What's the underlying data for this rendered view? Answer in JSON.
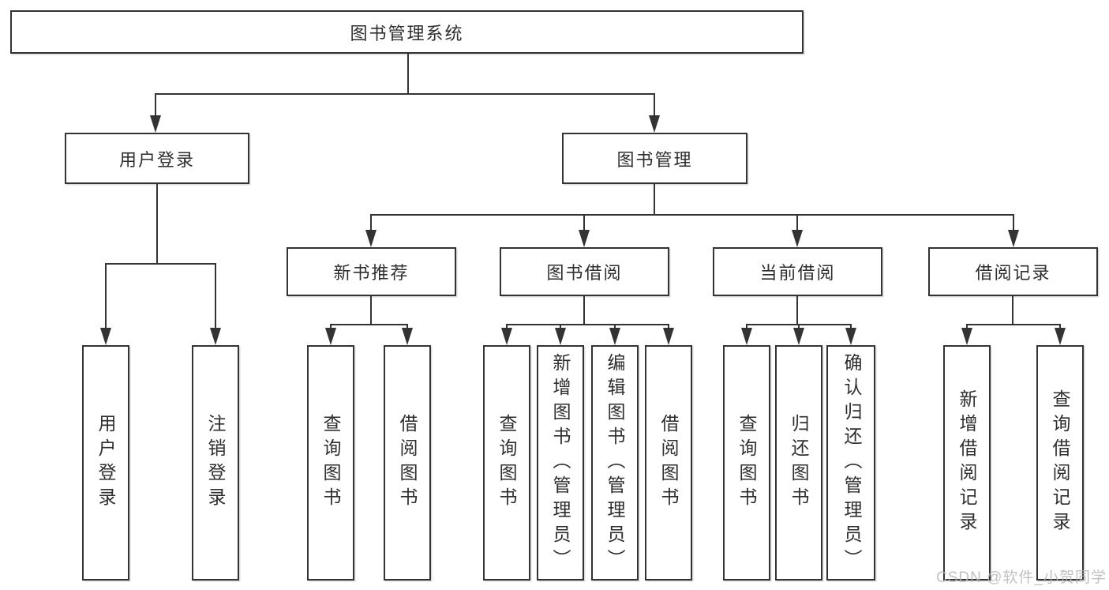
{
  "diagram": {
    "root": {
      "label": "图书管理系统"
    },
    "level2": [
      {
        "label": "用户登录"
      },
      {
        "label": "图书管理"
      }
    ],
    "level3": [
      {
        "label": "新书推荐"
      },
      {
        "label": "图书借阅"
      },
      {
        "label": "当前借阅"
      },
      {
        "label": "借阅记录"
      }
    ],
    "level4": {
      "user_login": [
        "用户登录",
        "注销登录"
      ],
      "new_book": [
        "查询图书",
        "借阅图书"
      ],
      "book_borrow": [
        "查询图书",
        "新增图书（管理员）",
        "编辑图书（管理员）",
        "借阅图书"
      ],
      "current_borrow": [
        "查询图书",
        "归还图书",
        "确认归还（管理员）"
      ],
      "borrow_record": [
        "新增借阅记录",
        "查询借阅记录"
      ]
    }
  },
  "watermark": {
    "text": "CSDN @软件_小贺同学"
  },
  "colors": {
    "line": "#333333",
    "border": "#333333",
    "text": "#2e2e2e",
    "background": "#ffffff",
    "watermark": "#b7b7b7"
  }
}
